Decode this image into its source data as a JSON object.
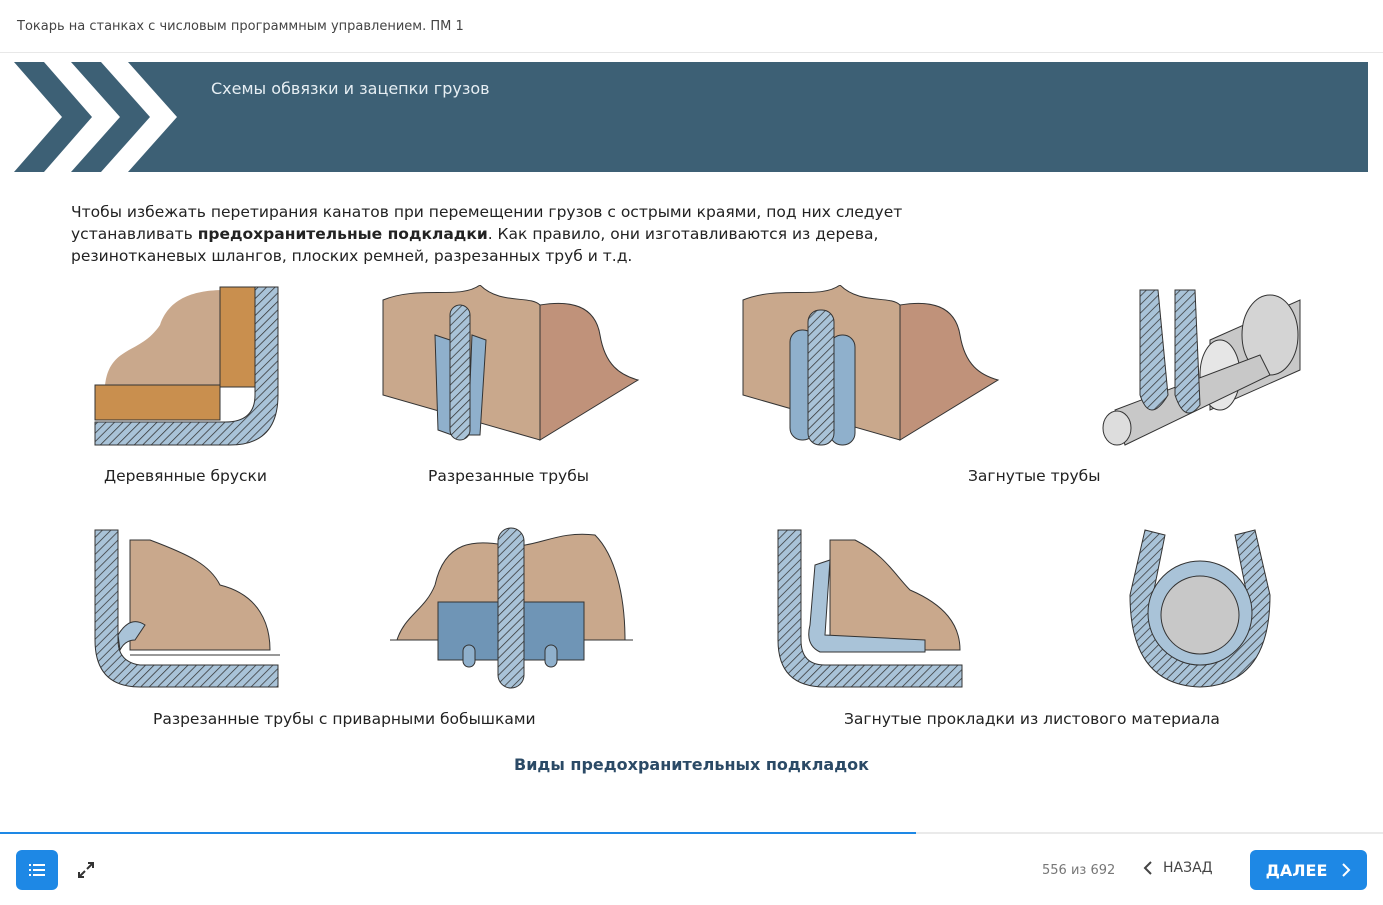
{
  "header": {
    "course_title": "Токарь на станках с числовым программным управлением. ПМ 1"
  },
  "banner": {
    "title": "Схемы обвязки и зацепки грузов",
    "color": "#3d6075"
  },
  "content": {
    "intro_before": "Чтобы избежать перетирания канатов при перемещении грузов с острыми краями, под них следует устанавливать ",
    "intro_bold": "предохранительные подкладки",
    "intro_after": ". Как правило, они изготавливаются из дерева, резинотканевых шлангов, плоских ремней, разрезанных труб и т.д.",
    "captions": [
      "Деревянные бруски",
      "Разрезанные трубы",
      "Загнутые трубы",
      "Разрезанные трубы с приварными бобышками",
      "Загнутые прокладки из листового материала"
    ],
    "figure_title": "Виды предохранительных подкладок"
  },
  "footer": {
    "progress_percent": 66.2,
    "page_counter": "556 из 692",
    "back_label": "НАЗАД",
    "next_label": "ДАЛЕЕ",
    "accent": "#1e88e5"
  }
}
